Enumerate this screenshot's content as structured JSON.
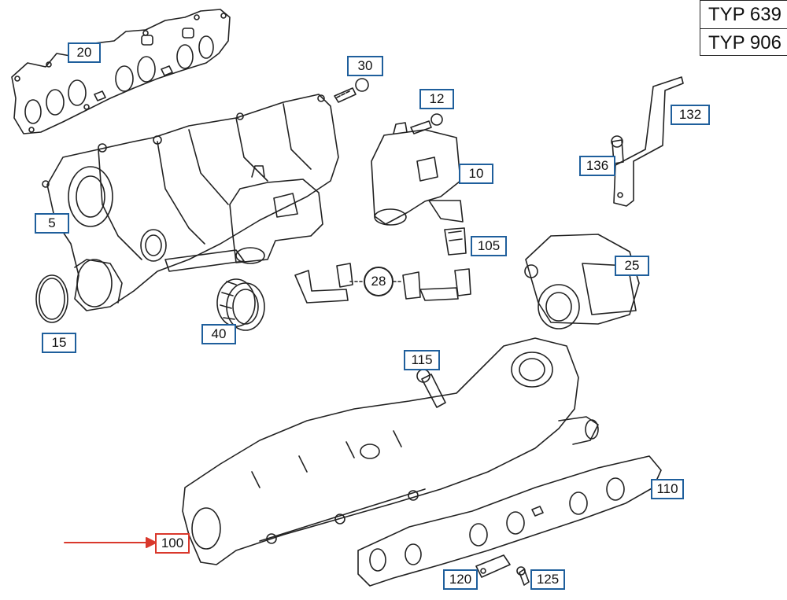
{
  "type_box": {
    "line1": "TYP 639",
    "line2": "TYP 906"
  },
  "callouts": {
    "p20": "20",
    "p30": "30",
    "p12": "12",
    "p132": "132",
    "p136": "136",
    "p10": "10",
    "p5": "5",
    "p105": "105",
    "p25": "25",
    "p28": "28",
    "p15": "15",
    "p40": "40",
    "p115": "115",
    "p110": "110",
    "p100": "100",
    "p120": "120",
    "p125": "125"
  },
  "highlight": {
    "selected_part": "100",
    "arrow_color": "#d9382c",
    "box_color": "#1f5f9c"
  }
}
